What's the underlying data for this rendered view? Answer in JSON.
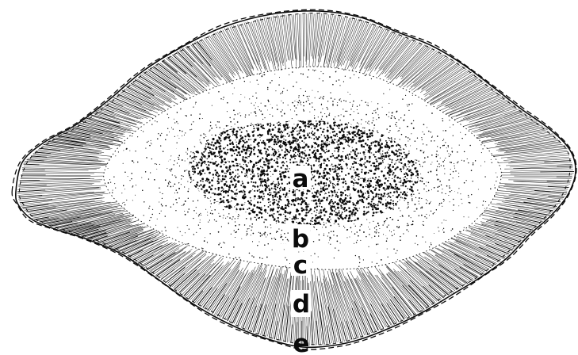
{
  "figure": {
    "labels": {
      "a": "a",
      "b": "b",
      "c": "c",
      "d": "d",
      "e": "e"
    },
    "style": {
      "ink": "#0c0c0c",
      "paper": "#ffffff"
    }
  }
}
